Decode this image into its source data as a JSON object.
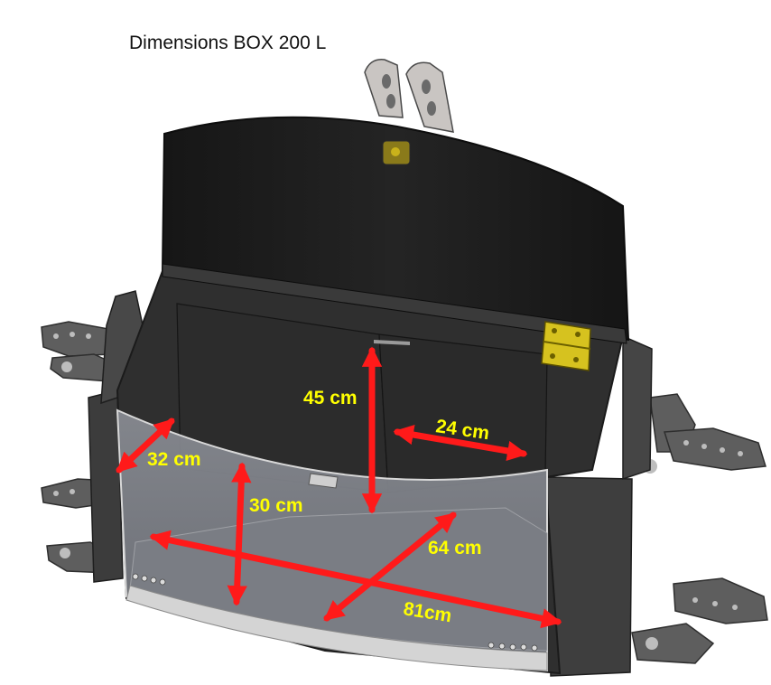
{
  "title": "Dimensions BOX 200 L",
  "colors": {
    "background": "#ffffff",
    "lid": "#1c1c1c",
    "box_metal": "#3c3c3c",
    "box_inner": "#7d8088",
    "brackets": "#5c5c5c",
    "hinge": "#c9b21b",
    "arrow": "#ff1a1a",
    "label": "#ffff00"
  },
  "dimensions": [
    {
      "id": "height",
      "label": "45 cm"
    },
    {
      "id": "depth-shelf",
      "label": "24 cm"
    },
    {
      "id": "side-depth",
      "label": "32 cm"
    },
    {
      "id": "front-height",
      "label": "30 cm"
    },
    {
      "id": "diagonal-depth",
      "label": "64 cm"
    },
    {
      "id": "width",
      "label": "81cm"
    }
  ]
}
